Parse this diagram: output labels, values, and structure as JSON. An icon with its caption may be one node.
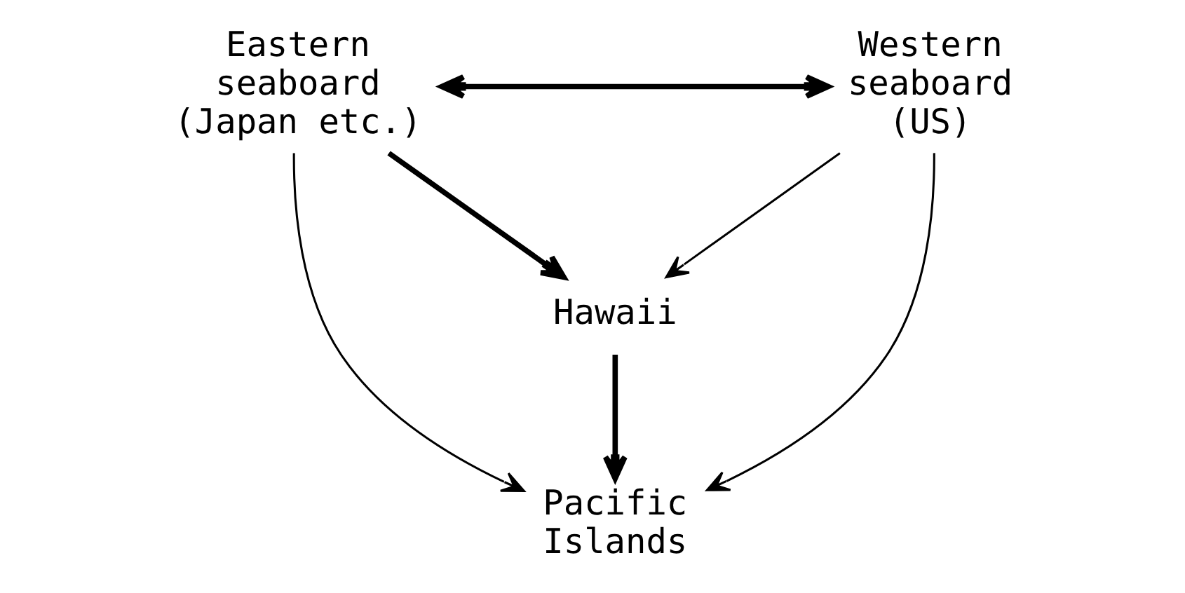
{
  "diagram": {
    "nodes": [
      {
        "text": [
          "Eastern seaboard (Japan etc.)"
        ]
      },
      {
        "text": [
          "Western seaboard (US)"
        ]
      },
      {
        "text": [
          "Hawaii"
        ]
      },
      {
        "text": [
          "Pacific Islands"
        ]
      }
    ],
    "edges": [
      {
        "from": 0,
        "to": 1,
        "arrow": "both",
        "style": "thick"
      },
      {
        "from": 0,
        "to": 2,
        "arrow": "to",
        "style": "thick"
      },
      {
        "from": 1,
        "to": 2,
        "arrow": "to"
      },
      {
        "from": 2,
        "to": 3,
        "arrow": "to",
        "style": "thick"
      },
      {
        "from": 0,
        "to": 3,
        "arrow": "to"
      },
      {
        "from": 1,
        "to": 3,
        "arrow": "to"
      }
    ]
  }
}
